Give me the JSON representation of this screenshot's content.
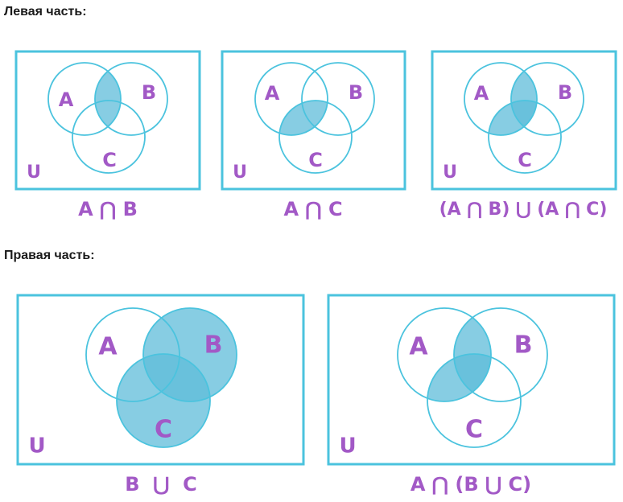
{
  "headings": {
    "left": "Левая часть:",
    "right": "Правая часть:"
  },
  "colors": {
    "stroke": "#4bc3de",
    "fill": "#5fbcd9",
    "label": "#a259c6"
  },
  "diagrams": [
    {
      "set_labels": [
        "A",
        "B",
        "C"
      ],
      "universe_label": "U",
      "caption": "A ⋂ B"
    },
    {
      "set_labels": [
        "A",
        "B",
        "C"
      ],
      "universe_label": "U",
      "caption": "A ⋂ C"
    },
    {
      "set_labels": [
        "A",
        "B",
        "C"
      ],
      "universe_label": "U",
      "caption": "(A ⋂ B) ⋃ (A ⋂ C)"
    },
    {
      "set_labels": [
        "A",
        "B",
        "C"
      ],
      "universe_label": "U",
      "caption": "B  ⋃  C"
    },
    {
      "set_labels": [
        "A",
        "B",
        "C"
      ],
      "universe_label": "U",
      "caption": "A ⋂ (B ⋃ C)"
    }
  ]
}
